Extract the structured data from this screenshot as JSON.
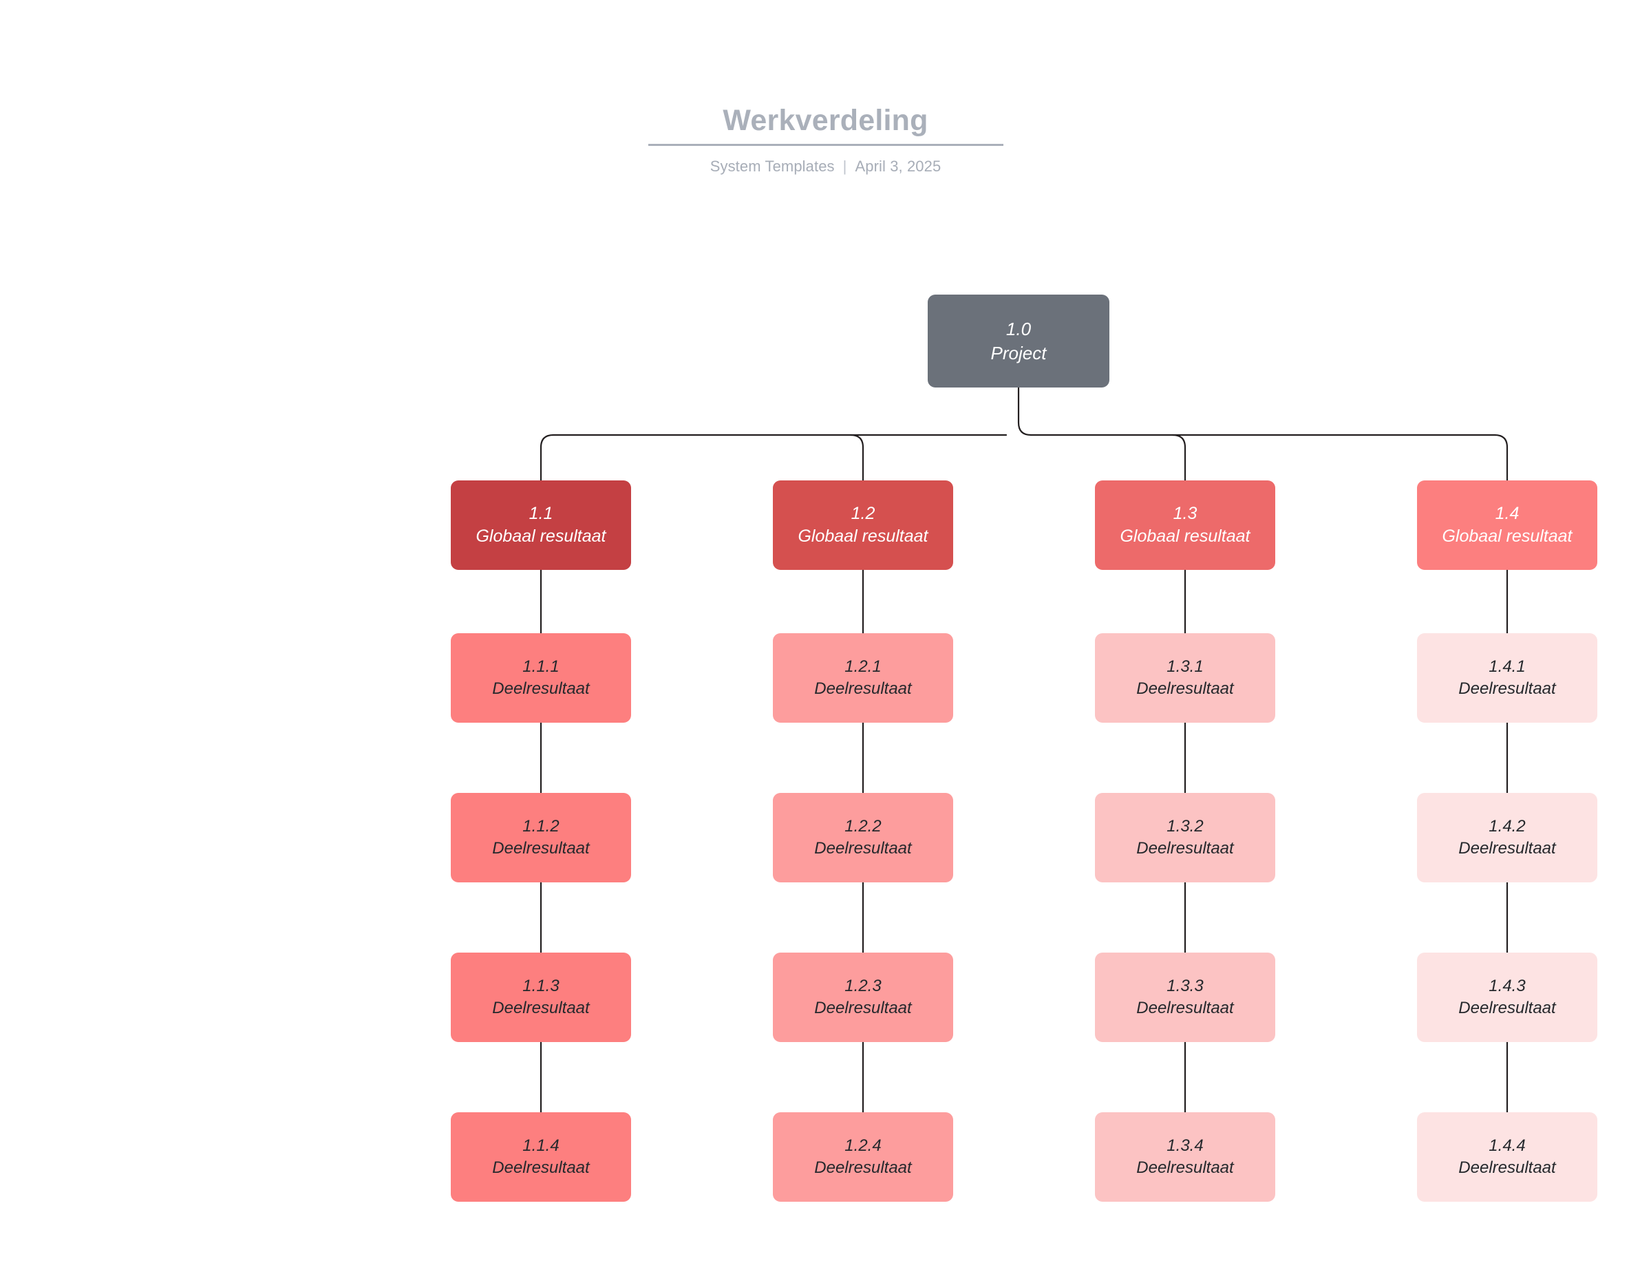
{
  "header": {
    "title": "Werkverdeling",
    "source": "System Templates",
    "separator": "|",
    "date": "April 3, 2025",
    "title_color": "#aab0ba",
    "subtitle_color": "#a7adb7"
  },
  "diagram": {
    "type": "work-breakdown-structure",
    "connector_color": "#231f20",
    "root": {
      "code": "1.0",
      "label": "Project",
      "color": "#6b717a",
      "text_color": "#ffffff"
    },
    "branches": [
      {
        "node": {
          "code": "1.1",
          "label": "Globaal resultaat",
          "color": "#c44043",
          "text_color": "#ffffff"
        },
        "children": [
          {
            "code": "1.1.1",
            "label": "Deelresultaat",
            "color": "#fd7f7f",
            "text_color": "#25282c"
          },
          {
            "code": "1.1.2",
            "label": "Deelresultaat",
            "color": "#fd7f7f",
            "text_color": "#25282c"
          },
          {
            "code": "1.1.3",
            "label": "Deelresultaat",
            "color": "#fd7f7f",
            "text_color": "#25282c"
          },
          {
            "code": "1.1.4",
            "label": "Deelresultaat",
            "color": "#fd7f7f",
            "text_color": "#25282c"
          }
        ]
      },
      {
        "node": {
          "code": "1.2",
          "label": "Globaal resultaat",
          "color": "#d5504f",
          "text_color": "#ffffff"
        },
        "children": [
          {
            "code": "1.2.1",
            "label": "Deelresultaat",
            "color": "#fd9d9d",
            "text_color": "#25282c"
          },
          {
            "code": "1.2.2",
            "label": "Deelresultaat",
            "color": "#fd9d9d",
            "text_color": "#25282c"
          },
          {
            "code": "1.2.3",
            "label": "Deelresultaat",
            "color": "#fd9d9d",
            "text_color": "#25282c"
          },
          {
            "code": "1.2.4",
            "label": "Deelresultaat",
            "color": "#fd9d9d",
            "text_color": "#25282c"
          }
        ]
      },
      {
        "node": {
          "code": "1.3",
          "label": "Globaal resultaat",
          "color": "#ed6a6a",
          "text_color": "#ffffff"
        },
        "children": [
          {
            "code": "1.3.1",
            "label": "Deelresultaat",
            "color": "#fcc3c3",
            "text_color": "#25282c"
          },
          {
            "code": "1.3.2",
            "label": "Deelresultaat",
            "color": "#fcc3c3",
            "text_color": "#25282c"
          },
          {
            "code": "1.3.3",
            "label": "Deelresultaat",
            "color": "#fcc3c3",
            "text_color": "#25282c"
          },
          {
            "code": "1.3.4",
            "label": "Deelresultaat",
            "color": "#fcc3c3",
            "text_color": "#25282c"
          }
        ]
      },
      {
        "node": {
          "code": "1.4",
          "label": "Globaal resultaat",
          "color": "#fc7f7f",
          "text_color": "#ffffff"
        },
        "children": [
          {
            "code": "1.4.1",
            "label": "Deelresultaat",
            "color": "#fde3e3",
            "text_color": "#25282c"
          },
          {
            "code": "1.4.2",
            "label": "Deelresultaat",
            "color": "#fde3e3",
            "text_color": "#25282c"
          },
          {
            "code": "1.4.3",
            "label": "Deelresultaat",
            "color": "#fde3e3",
            "text_color": "#25282c"
          },
          {
            "code": "1.4.4",
            "label": "Deelresultaat",
            "color": "#fde3e3",
            "text_color": "#25282c"
          }
        ]
      }
    ]
  }
}
